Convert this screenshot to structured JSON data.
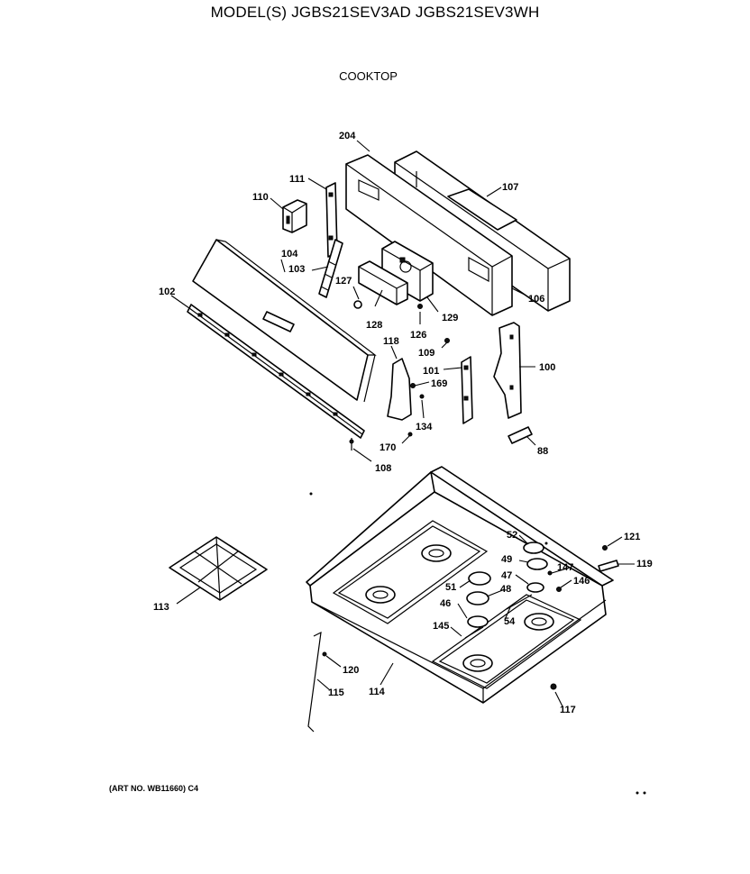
{
  "header": {
    "title": "MODEL(S) JGBS21SEV3AD  JGBS21SEV3WH",
    "subtitle": "COOKTOP"
  },
  "footer": {
    "art_no": "(ART NO. WB11660) C4"
  },
  "callouts": [
    {
      "id": "204",
      "label": "204"
    },
    {
      "id": "107",
      "label": "107"
    },
    {
      "id": "111",
      "label": "111"
    },
    {
      "id": "110",
      "label": "110"
    },
    {
      "id": "104",
      "label": "104"
    },
    {
      "id": "103",
      "label": "103"
    },
    {
      "id": "127",
      "label": "127"
    },
    {
      "id": "102",
      "label": "102"
    },
    {
      "id": "128",
      "label": "128"
    },
    {
      "id": "126",
      "label": "126"
    },
    {
      "id": "129",
      "label": "129"
    },
    {
      "id": "106",
      "label": "106"
    },
    {
      "id": "118",
      "label": "118"
    },
    {
      "id": "109",
      "label": "109"
    },
    {
      "id": "101",
      "label": "101"
    },
    {
      "id": "169",
      "label": "169"
    },
    {
      "id": "100",
      "label": "100"
    },
    {
      "id": "134",
      "label": "134"
    },
    {
      "id": "170",
      "label": "170"
    },
    {
      "id": "108",
      "label": "108"
    },
    {
      "id": "88",
      "label": "88"
    },
    {
      "id": "52",
      "label": "52"
    },
    {
      "id": "121",
      "label": "121"
    },
    {
      "id": "49",
      "label": "49"
    },
    {
      "id": "119",
      "label": "119"
    },
    {
      "id": "147",
      "label": "147"
    },
    {
      "id": "47",
      "label": "47"
    },
    {
      "id": "146",
      "label": "146"
    },
    {
      "id": "51",
      "label": "51"
    },
    {
      "id": "48",
      "label": "48"
    },
    {
      "id": "113",
      "label": "113"
    },
    {
      "id": "46",
      "label": "46"
    },
    {
      "id": "54",
      "label": "54"
    },
    {
      "id": "145",
      "label": "145"
    },
    {
      "id": "120",
      "label": "120"
    },
    {
      "id": "114",
      "label": "114"
    },
    {
      "id": "115",
      "label": "115"
    },
    {
      "id": "117",
      "label": "117"
    }
  ]
}
